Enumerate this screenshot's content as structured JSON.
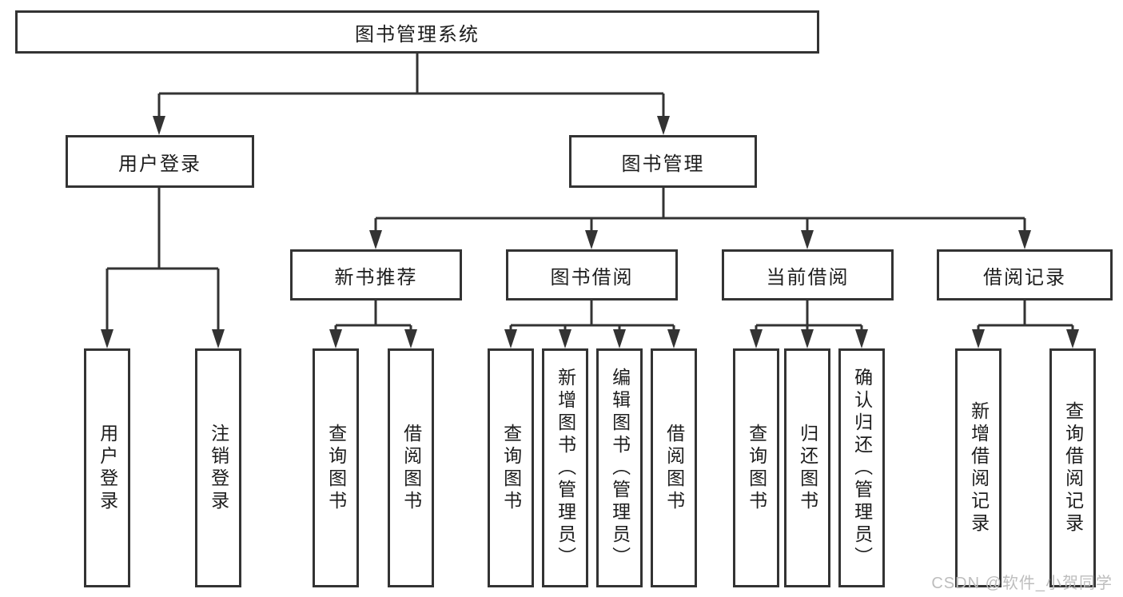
{
  "diagram_title": "图书管理系统",
  "tree": {
    "label": "图书管理系统",
    "children": [
      {
        "label": "用户登录",
        "children": [
          {
            "label": "用户登录"
          },
          {
            "label": "注销登录"
          }
        ]
      },
      {
        "label": "图书管理",
        "children": [
          {
            "label": "新书推荐",
            "children": [
              {
                "label": "查询图书"
              },
              {
                "label": "借阅图书"
              }
            ]
          },
          {
            "label": "图书借阅",
            "children": [
              {
                "label": "查询图书"
              },
              {
                "label": "新增图书（管理员）"
              },
              {
                "label": "编辑图书（管理员）"
              },
              {
                "label": "借阅图书"
              }
            ]
          },
          {
            "label": "当前借阅",
            "children": [
              {
                "label": "查询图书"
              },
              {
                "label": "归还图书"
              },
              {
                "label": "确认归还（管理员）"
              }
            ]
          },
          {
            "label": "借阅记录",
            "children": [
              {
                "label": "新增借阅记录"
              },
              {
                "label": "查询借阅记录"
              }
            ]
          }
        ]
      }
    ]
  },
  "watermark": {
    "text": "CSDN @软件_小贺同学"
  },
  "colors": {
    "line": "#333333",
    "text": "#1d1d1d",
    "watermark": "#bdbdbd",
    "background": "#ffffff"
  }
}
